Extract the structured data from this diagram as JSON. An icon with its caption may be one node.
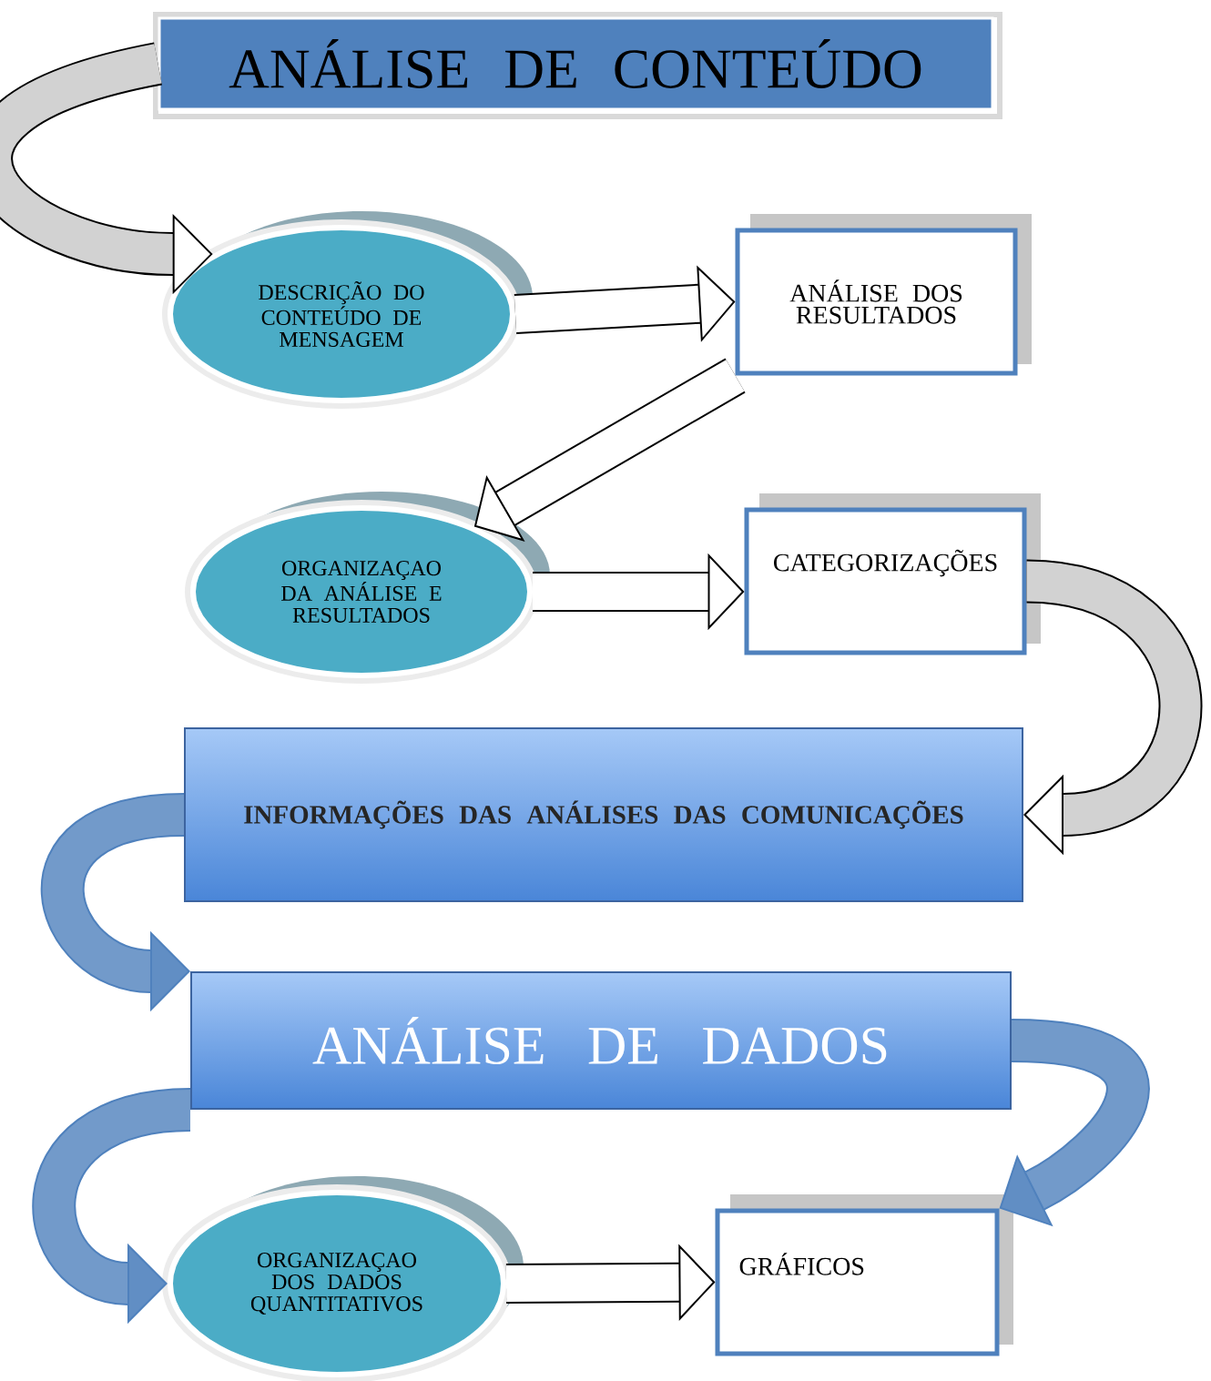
{
  "diagram": {
    "nodes": [
      {
        "text": [
          "ANÁLISE DE CONTEÚDO"
        ]
      },
      {
        "text": [
          "DESCRIÇÃO DO CONTEÚDO DE MENSAGEM"
        ]
      },
      {
        "text": [
          "ANÁLISE DOS RESULTADOS"
        ]
      },
      {
        "text": [
          "ORGANIZAÇAO DA ANÁLISE E RESULTADOS"
        ]
      },
      {
        "text": [
          "CATEGORIZAÇÕES"
        ]
      },
      {
        "text": [
          "INFORMAÇÕES DAS ANÁLISES DAS COMUNICAÇÕES"
        ]
      },
      {
        "text": [
          "ANÁLISE DE DADOS"
        ]
      },
      {
        "text": [
          "ORGANIZAÇAO DOS DADOS QUANTITATIVOS"
        ]
      },
      {
        "text": [
          "GRÁFICOS"
        ]
      }
    ],
    "edges": [
      {
        "from": 0,
        "to": 1,
        "arrow": "to"
      },
      {
        "from": 1,
        "to": 2,
        "arrow": "to"
      },
      {
        "from": 2,
        "to": 3,
        "arrow": "to"
      },
      {
        "from": 3,
        "to": 4,
        "arrow": "to"
      },
      {
        "from": 4,
        "to": 5,
        "arrow": "to"
      },
      {
        "from": 5,
        "to": 6,
        "arrow": "to",
        "color": "#4f81bd"
      },
      {
        "from": 6,
        "to": 7,
        "arrow": "to",
        "color": "#4f81bd"
      },
      {
        "from": 6,
        "to": 8,
        "arrow": "to",
        "color": "#4f81bd"
      },
      {
        "from": 7,
        "to": 8,
        "arrow": "to"
      }
    ]
  }
}
